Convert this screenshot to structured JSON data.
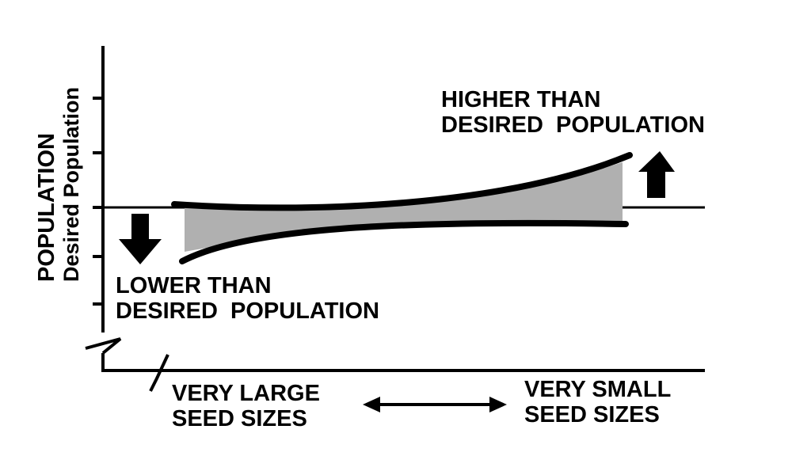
{
  "y_axis": {
    "label_line1": "POPULATION",
    "label_line2": "Desired Population"
  },
  "annotations": {
    "higher": {
      "line1": "HIGHER THAN",
      "line2": "DESIRED  POPULATION"
    },
    "lower": {
      "line1": "LOWER THAN",
      "line2": "DESIRED  POPULATION"
    }
  },
  "x_axis": {
    "left_label_line1": "VERY LARGE",
    "left_label_line2": "SEED SIZES",
    "right_label_line1": "VERY SMALL",
    "right_label_line2": "SEED SIZES"
  },
  "colors": {
    "ink": "#000000",
    "band_fill": "#b0b0b0",
    "background": "#ffffff"
  },
  "icons": {
    "up_arrow": "arrow-up-icon",
    "down_arrow": "arrow-down-icon",
    "double_arrow": "double-headed-arrow-icon",
    "axis_break": "axis-break-icon"
  }
}
